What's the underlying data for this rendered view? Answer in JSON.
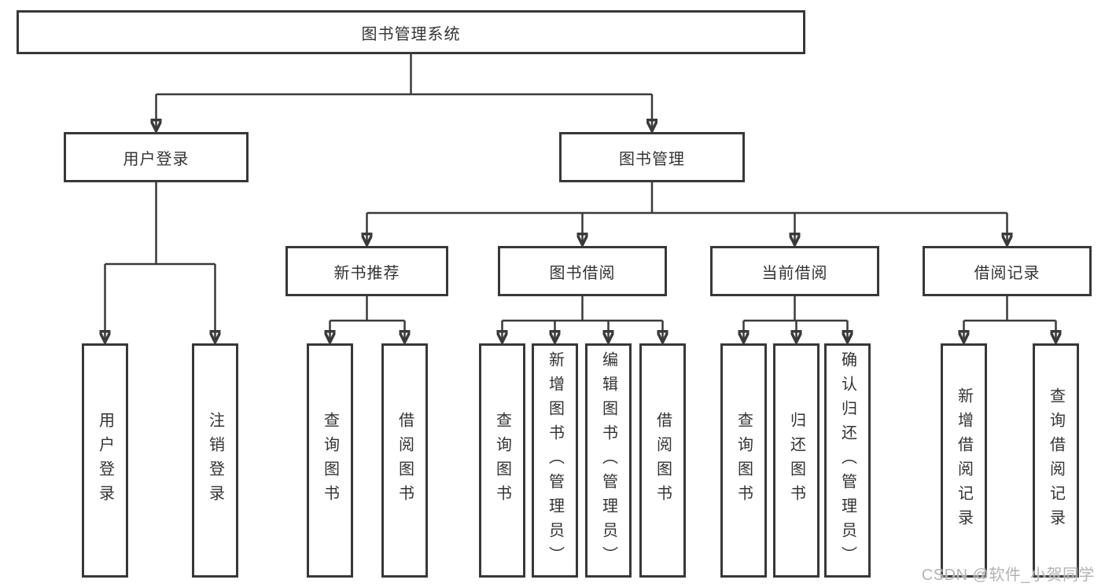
{
  "diagram_title": "图书管理系统",
  "nodes": {
    "root": {
      "label": "图书管理系统"
    },
    "user_login": {
      "label": "用户登录"
    },
    "book_mgmt": {
      "label": "图书管理"
    },
    "login": {
      "label": "用户登录"
    },
    "logout": {
      "label": "注销登录"
    },
    "new_book_rec": {
      "label": "新书推荐"
    },
    "book_borrow": {
      "label": "图书借阅"
    },
    "current_borrow": {
      "label": "当前借阅"
    },
    "borrow_records": {
      "label": "借阅记录"
    },
    "nbr_query_books": {
      "label": "查询图书"
    },
    "nbr_borrow_books": {
      "label": "借阅图书"
    },
    "bb_query_books": {
      "label": "查询图书"
    },
    "bb_add_books": {
      "label": "新增图书（管理员）"
    },
    "bb_edit_books": {
      "label": "编辑图书（管理员）"
    },
    "bb_borrow_books": {
      "label": "借阅图书"
    },
    "cb_query_books": {
      "label": "查询图书"
    },
    "cb_return_books": {
      "label": "归还图书"
    },
    "cb_confirm_return": {
      "label": "确认归还（管理员）"
    },
    "br_add_record": {
      "label": "新增借阅记录"
    },
    "br_query_record": {
      "label": "查询借阅记录"
    }
  },
  "hierarchy": {
    "root": [
      "user_login",
      "book_mgmt"
    ],
    "user_login": [
      "login",
      "logout"
    ],
    "book_mgmt": [
      "new_book_rec",
      "book_borrow",
      "current_borrow",
      "borrow_records"
    ],
    "new_book_rec": [
      "nbr_query_books",
      "nbr_borrow_books"
    ],
    "book_borrow": [
      "bb_query_books",
      "bb_add_books",
      "bb_edit_books",
      "bb_borrow_books"
    ],
    "current_borrow": [
      "cb_query_books",
      "cb_return_books",
      "cb_confirm_return"
    ],
    "borrow_records": [
      "br_add_record",
      "br_query_record"
    ]
  },
  "watermark": {
    "text": "CSDN @软件_小贺同学"
  },
  "colors": {
    "line": "#3a3a3a",
    "box_border": "#383838",
    "text": "#333333",
    "watermark": "#b3b3b3",
    "background": "#ffffff"
  }
}
